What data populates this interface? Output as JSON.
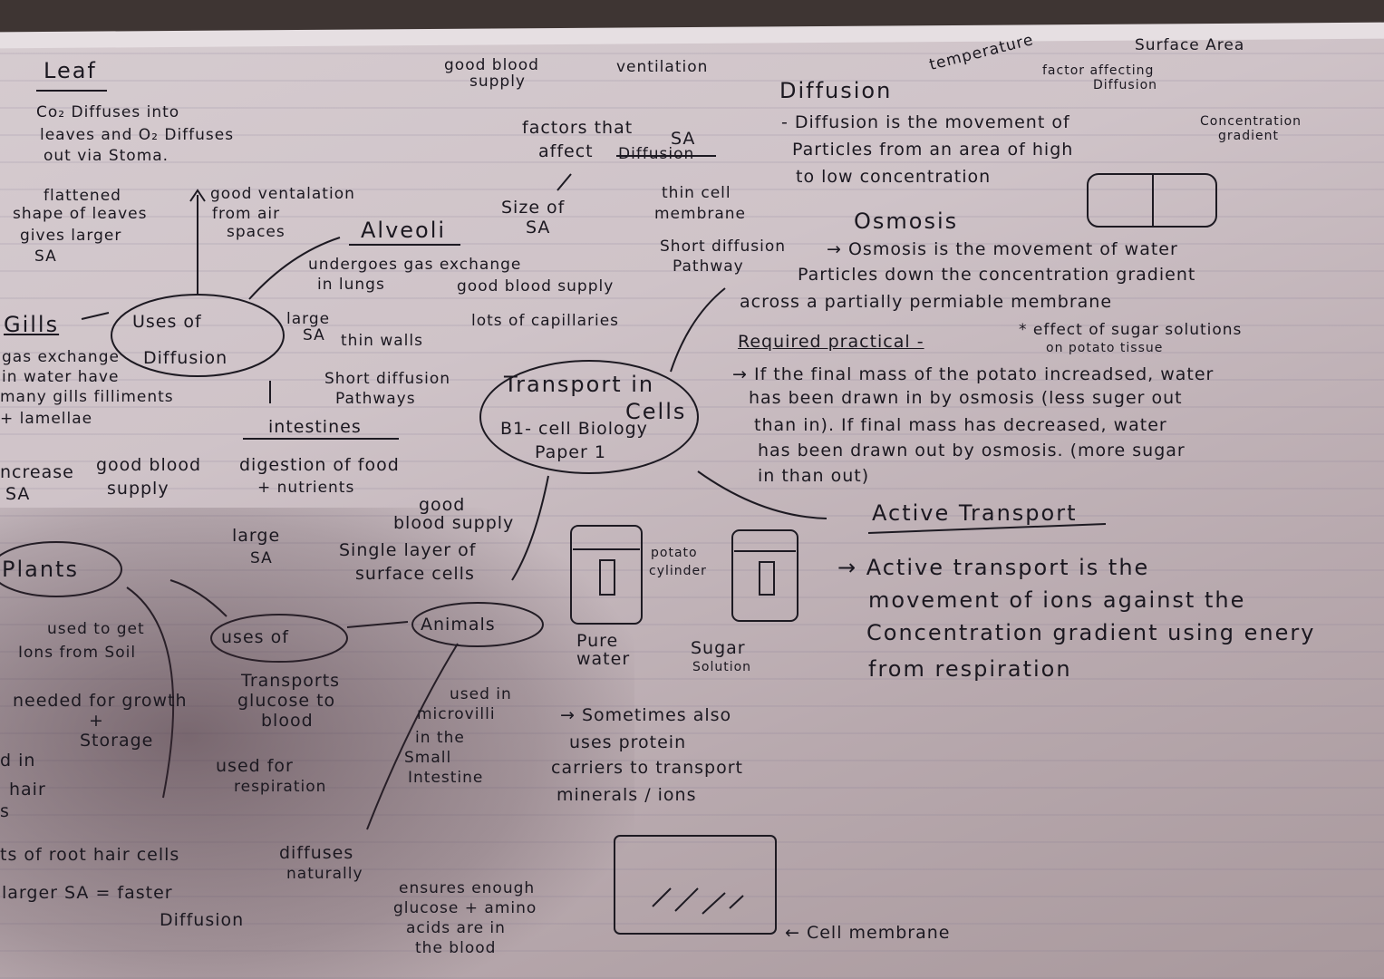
{
  "leaf": {
    "title": "Leaf",
    "line1": "Co₂ Diffuses into",
    "line2": "leaves and O₂ Diffuses",
    "line3": "out via Stoma.",
    "flat1": "flattened",
    "flat2": "shape of leaves",
    "flat3": "gives larger",
    "flat4": "SA",
    "vent1": "good ventalation",
    "vent2": "from air",
    "vent3": "spaces"
  },
  "factors": {
    "good_blood1": "good blood",
    "good_blood2": "supply",
    "ventilation": "ventilation",
    "title1": "factors that",
    "title2": "affect",
    "struck": "Diffusion",
    "sa_insert": "SA",
    "size1": "Size of",
    "size2": "SA",
    "thin1": "thin cell",
    "thin2": "membrane",
    "short1": "Short diffusion",
    "short2": "Pathway"
  },
  "alveoli": {
    "title": "Alveoli",
    "line1": "undergoes gas exchange",
    "line2": "in lungs",
    "blood": "good blood supply",
    "caps": "lots of capillaries",
    "large1": "large",
    "large2": "SA",
    "thin": "thin walls",
    "short1": "Short diffusion",
    "short2": "Pathways"
  },
  "gills": {
    "title": "Gills",
    "line1": "gas exchange",
    "line2": "in water have",
    "line3": "many gills filliments",
    "line4": "+ lamellae",
    "inc1": "ncrease",
    "inc2": "SA",
    "gb1": "good blood",
    "gb2": "supply"
  },
  "uses_diffusion": {
    "line1": "Uses of",
    "line2": "Diffusion"
  },
  "intestines": {
    "title": "intestines",
    "line1": "digestion of food",
    "line2": "+ nutrients",
    "large1": "large",
    "large2": "SA",
    "single1": "Single layer of",
    "single2": "surface cells",
    "gb1": "good",
    "gb2": "blood supply"
  },
  "center": {
    "line1": "Transport in",
    "line2": "Cells",
    "line3": "B1- cell Biology",
    "line4": "Paper 1"
  },
  "plants": {
    "title": "Plants",
    "used1": "used to get",
    "used2": "Ions from Soil",
    "need1": "needed for growth",
    "need2": "+",
    "need3": "Storage",
    "frag1": "d in",
    "frag2": "hair",
    "frag3": "s",
    "root": "ts of root hair cells",
    "larger1": "larger SA = faster",
    "larger2": "Diffusion"
  },
  "uses_of": {
    "label": "uses of"
  },
  "animals": {
    "title": "Animals",
    "transports1": "Transports",
    "transports2": "glucose to",
    "transports3": "blood",
    "resp1": "used for",
    "resp2": "respiration",
    "villi1": "used in",
    "villi2": "microvilli",
    "villi3": "in the",
    "villi4": "Small",
    "villi5": "Intestine",
    "diff1": "diffuses",
    "diff2": "naturally",
    "ens1": "ensures enough",
    "ens2": "glucose + amino",
    "ens3": "acids are in",
    "ens4": "the blood"
  },
  "diffusion": {
    "title": "Diffusion",
    "temp": "temperature",
    "surface": "Surface Area",
    "factor1": "factor affecting",
    "factor2": "Diffusion",
    "conc1": "Concentration",
    "conc2": "gradient",
    "def1": "- Diffusion is the movement of",
    "def2": "Particles from an area of high",
    "def3": "to low concentration"
  },
  "osmosis": {
    "title": "Osmosis",
    "def1": "→ Osmosis is the movement of water",
    "def2": "Particles down the concentration gradient",
    "def3": "across a partially permiable membrane"
  },
  "practical": {
    "title": "Required practical -",
    "note1": "* effect of sugar solutions",
    "note2": "on potato tissue",
    "p1": "→ If the final mass of the potato increadsed, water",
    "p2": "has been drawn in by osmosis (less suger out",
    "p3": "than in). If final mass has decreased, water",
    "p4": "has been drawn out by osmosis. (more sugar",
    "p5": "in than out)"
  },
  "beakers": {
    "potato1": "potato",
    "potato2": "cylinder",
    "pure1": "Pure",
    "pure2": "water",
    "sugar1": "Sugar",
    "sugar2": "Solution"
  },
  "active": {
    "title": "Active Transport",
    "def1": "→ Active transport is the",
    "def2": "movement of ions against the",
    "def3": "Concentration gradient using enery",
    "def4": "from respiration",
    "proteins1": "→ Sometimes also",
    "proteins2": "uses protein",
    "proteins3": "carriers to transport",
    "proteins4": "minerals / ions",
    "membrane": "← Cell membrane"
  }
}
